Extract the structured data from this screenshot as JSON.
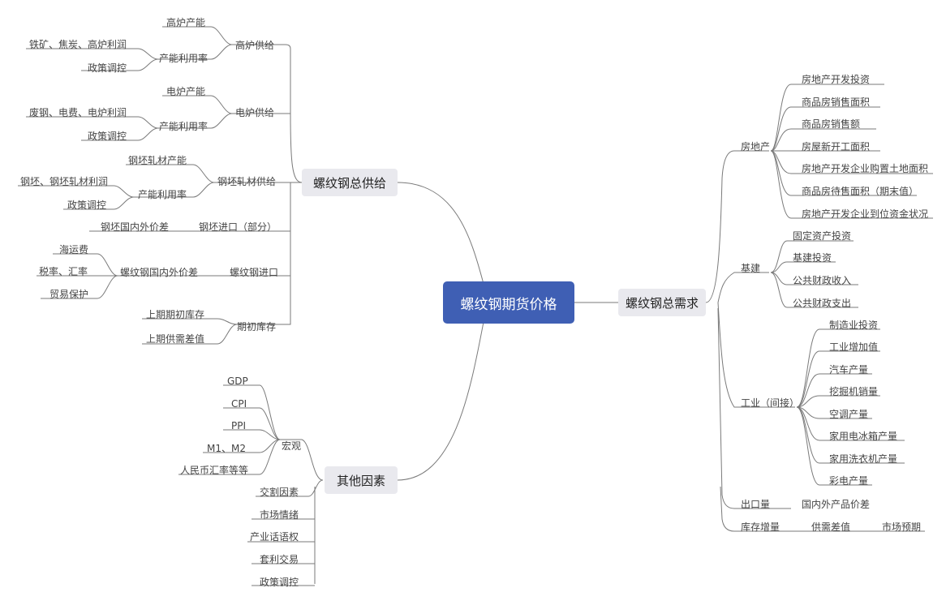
{
  "root": "螺纹钢期货价格",
  "supply": {
    "title": "螺纹钢总供给",
    "blast": {
      "label": "高炉供给",
      "capacity": "高炉产能",
      "utilization": "产能利用率",
      "profit": "铁矿、焦炭、高炉利润",
      "policy": "政策调控"
    },
    "electric": {
      "label": "电炉供给",
      "capacity": "电炉产能",
      "utilization": "产能利用率",
      "profit": "废钢、电费、电炉利润",
      "policy": "政策调控"
    },
    "billet": {
      "label": "钢坯轧材供给",
      "capacity": "钢坯轧材产能",
      "utilization": "产能利用率",
      "profit": "钢坯、钢坯轧材利润",
      "policy": "政策调控"
    },
    "billet_import": {
      "label": "钢坯进口（部分）",
      "spread": "钢坯国内外价差"
    },
    "rebar_import": {
      "label": "螺纹钢进口",
      "spread": "螺纹钢国内外价差",
      "freight": "海运费",
      "tax": "税率、汇率",
      "protection": "贸易保护"
    },
    "inventory": {
      "label": "期初库存",
      "prev_stock": "上期期初库存",
      "prev_gap": "上期供需差值"
    }
  },
  "demand": {
    "title": "螺纹钢总需求",
    "realestate": {
      "label": "房地产",
      "items": [
        "房地产开发投资",
        "商品房销售面积",
        "商品房销售额",
        "房屋新开工面积",
        "房地产开发企业购置土地面积",
        "商品房待售面积（期末值）",
        "房地产开发企业到位资金状况"
      ]
    },
    "infra": {
      "label": "基建",
      "items": [
        "固定资产投资",
        "基建投资",
        "公共财政收入",
        "公共财政支出"
      ]
    },
    "industry": {
      "label": "工业（间接）",
      "items": [
        "制造业投资",
        "工业增加值",
        "汽车产量",
        "挖掘机销量",
        "空调产量",
        "家用电冰箱产量",
        "家用洗衣机产量",
        "彩电产量"
      ]
    },
    "export": {
      "label": "出口量",
      "spread": "国内外产品价差"
    },
    "stock": {
      "label": "库存增量",
      "gap": "供需差值",
      "expect": "市场预期"
    }
  },
  "other": {
    "title": "其他因素",
    "macro": {
      "label": "宏观",
      "items": [
        "GDP",
        "CPI",
        "PPI",
        "M1、M2",
        "人民币汇率等等"
      ]
    },
    "items": [
      "交割因素",
      "市场情绪",
      "产业话语权",
      "套利交易",
      "政策调控"
    ]
  }
}
